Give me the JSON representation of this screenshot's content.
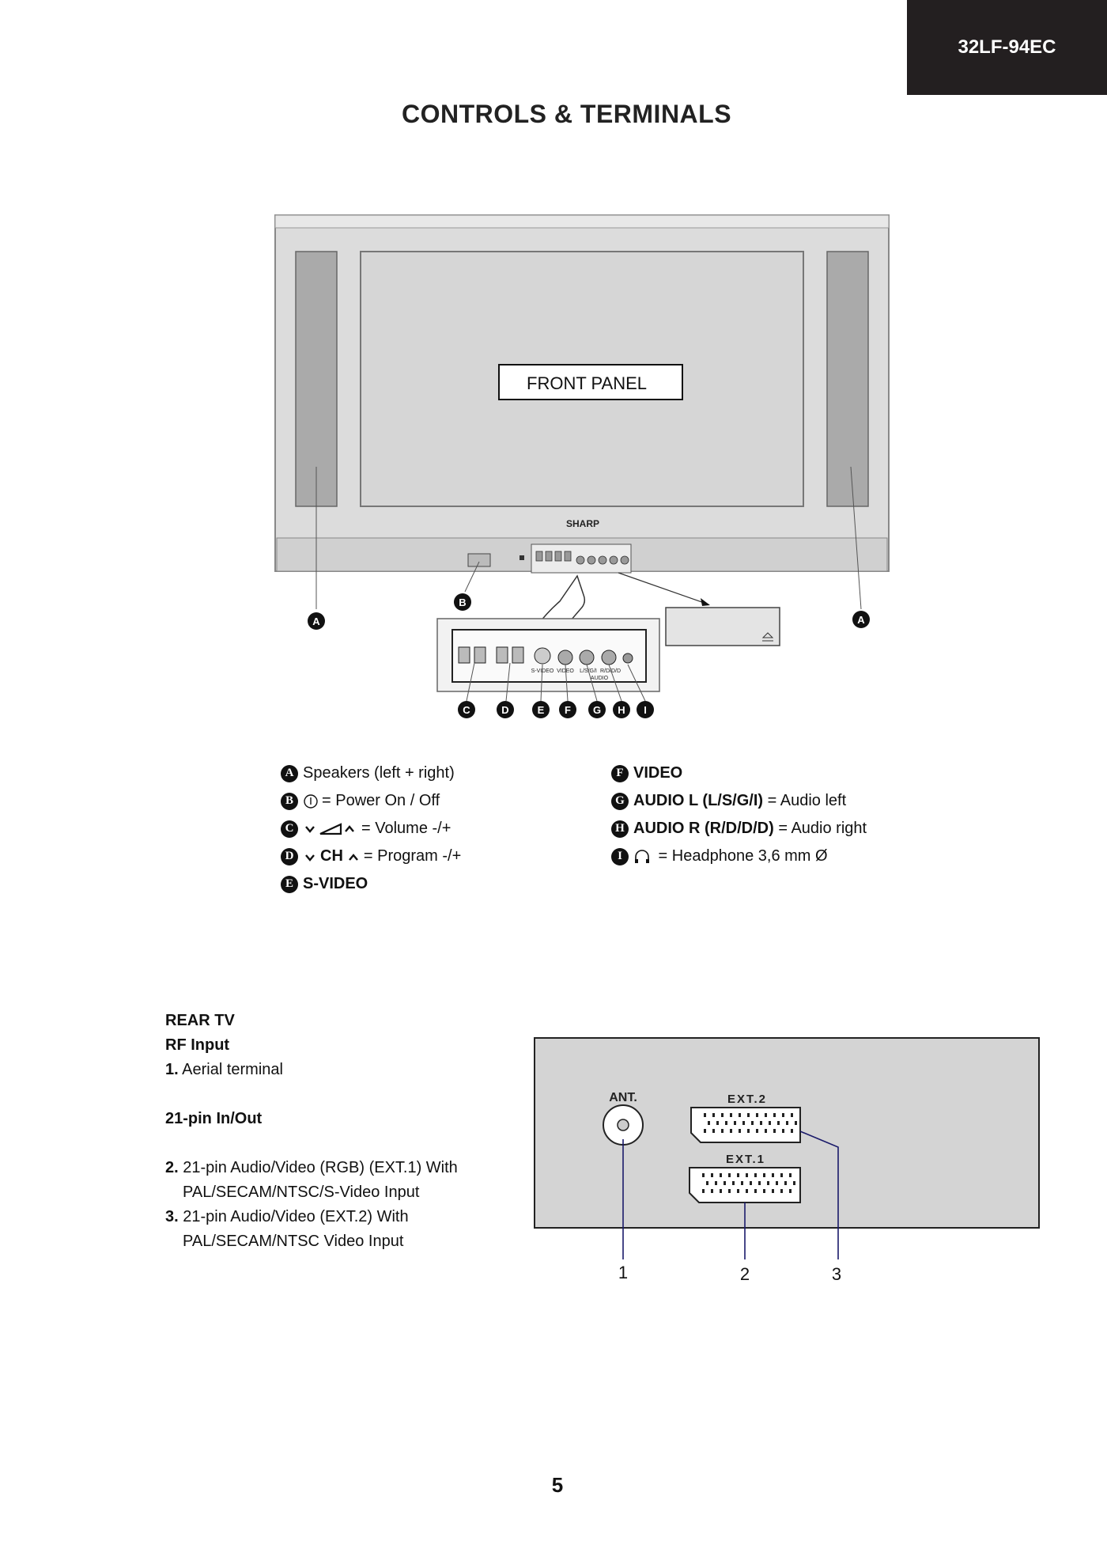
{
  "header": {
    "model": "32LF-94EC",
    "title": "CONTROLS & TERMINALS"
  },
  "front_diagram": {
    "panel_label": "FRONT PANEL",
    "brand": "SHARP",
    "callouts": [
      "A",
      "B",
      "A",
      "C",
      "D",
      "E",
      "F",
      "G",
      "H",
      "I"
    ],
    "panel_small_labels": [
      "S-VIDEO",
      "VIDEO",
      "L/S/G/I",
      "R/D/D/D",
      "AUDIO"
    ]
  },
  "legend_left": [
    {
      "badge": "A",
      "bold": "",
      "text": "Speakers (left + right)",
      "symbol": ""
    },
    {
      "badge": "B",
      "bold": "",
      "text": " = Power On / Off",
      "symbol": "power-icon"
    },
    {
      "badge": "C",
      "bold": "",
      "text": "= Volume -/+",
      "symbol": "volume-icon"
    },
    {
      "badge": "D",
      "bold": "CH",
      "text": " = Program -/+",
      "symbol": "chevrons"
    },
    {
      "badge": "E",
      "bold": "S-VIDEO",
      "text": "",
      "symbol": ""
    }
  ],
  "legend_right": [
    {
      "badge": "F",
      "bold": "VIDEO",
      "text": ""
    },
    {
      "badge": "G",
      "bold": "AUDIO L (L/S/G/I)",
      "text": " = Audio left"
    },
    {
      "badge": "H",
      "bold": "AUDIO R (R/D/D/D)",
      "text": " = Audio right"
    },
    {
      "badge": "I",
      "bold": "",
      "text": " = Headphone 3,6 mm Ø",
      "symbol": "headphone-icon"
    }
  ],
  "rear": {
    "heading": "REAR TV",
    "rf_heading": "RF Input",
    "item1_num": "1.",
    "item1_text": "Aerial terminal",
    "pin_heading": "21-pin In/Out",
    "item2_num": "2.",
    "item2_text": "21-pin Audio/Video (RGB) (EXT.1) With",
    "item2_text2": "PAL/SECAM/NTSC/S-Video Input",
    "item3_num": "3.",
    "item3_text": "21-pin Audio/Video (EXT.2) With",
    "item3_text2": "PAL/SECAM/NTSC Video Input",
    "diagram": {
      "ant_label": "ANT.",
      "ext2_label": "EXT.2",
      "ext1_label": "EXT.1",
      "numbers": [
        "1",
        "2",
        "3"
      ]
    }
  },
  "page_number": "5"
}
